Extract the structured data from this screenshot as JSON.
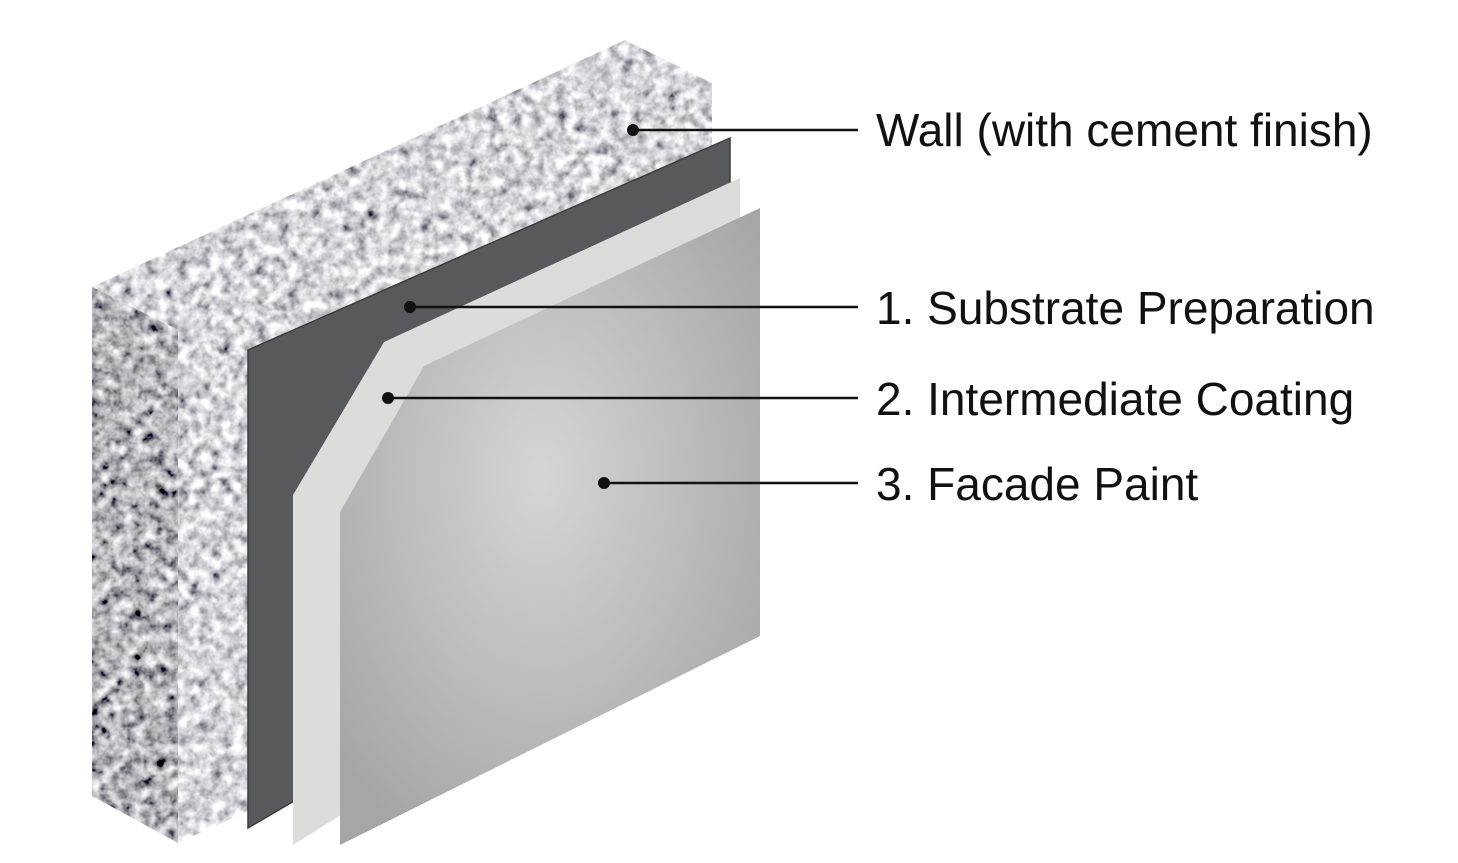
{
  "diagram": {
    "layers": [
      {
        "id": "wall",
        "label": "Wall (with cement finish)",
        "color": "#8e8e92"
      },
      {
        "id": "substrate",
        "label": "1. Substrate Preparation",
        "color": "#58595c"
      },
      {
        "id": "intermediate",
        "label": "2. Intermediate Coating",
        "color": "#dcdcdb"
      },
      {
        "id": "facade",
        "label": "3. Facade Paint",
        "color": "#b4b4b4"
      }
    ]
  }
}
